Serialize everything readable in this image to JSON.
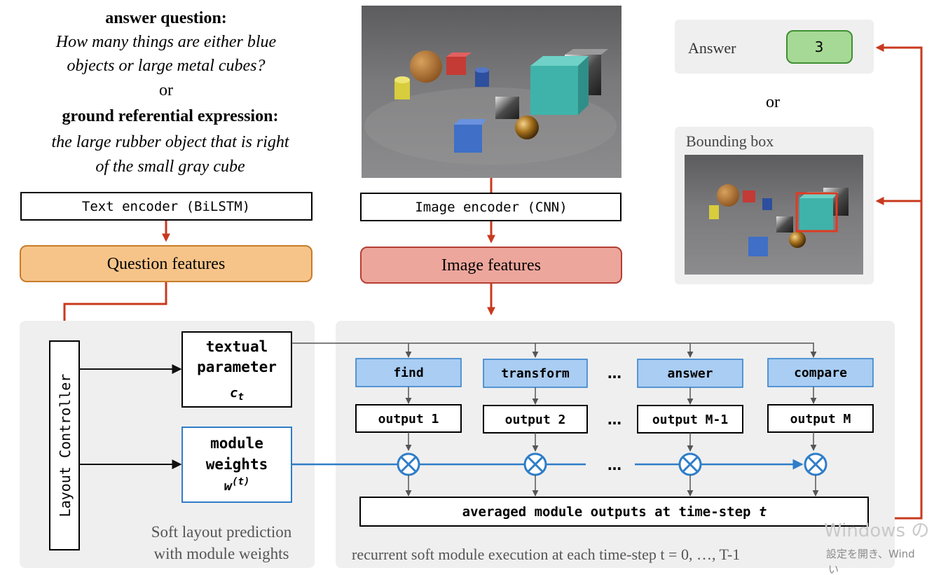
{
  "left_text": {
    "answer_heading": "answer question:",
    "question_line1": "How many things are either blue",
    "question_line2": "objects or large metal cubes?",
    "or": "or",
    "ground_heading": "ground referential expression:",
    "expression_line1": "the large rubber object that is right",
    "expression_line2": "of the small gray cube"
  },
  "encoders": {
    "text": "Text encoder (BiLSTM)",
    "image": "Image encoder (CNN)"
  },
  "features": {
    "question": "Question features",
    "image": "Image features"
  },
  "outputs_panel": {
    "answer_label": "Answer",
    "answer_value": "3",
    "or": "or",
    "bbox_label": "Bounding box"
  },
  "layout_panel": {
    "controller": "Layout Controller",
    "textual_line1": "textual",
    "textual_line2": "parameter",
    "textual_symbol": "c",
    "textual_sub": "t",
    "weights_line1": "module",
    "weights_line2": "weights",
    "weights_symbol": "w",
    "weights_sup": "(t)",
    "caption_line1": "Soft layout prediction",
    "caption_line2": "with module weights"
  },
  "execution_panel": {
    "modules": [
      "find",
      "transform",
      "answer",
      "compare"
    ],
    "module_outputs": [
      "output 1",
      "output 2",
      "output M-1",
      "output M"
    ],
    "ellipsis": "…",
    "averaged_prefix": "averaged module outputs at time-step ",
    "averaged_var": "t",
    "caption": "recurrent soft module execution at each time-step t = 0, …, T-1"
  },
  "watermark": {
    "line1": "Windows の",
    "line2": "設定を開き、Wind",
    "line3": "い"
  },
  "colors": {
    "arrow_red": "#c8391e",
    "panel_gray": "#efefef",
    "module_blue": "#a9cdf3",
    "weights_blue": "#2f7dc8",
    "question_fill": "#f6c489",
    "question_stroke": "#c77d2a",
    "image_fill": "#eda69c",
    "image_stroke": "#b43f33",
    "answer_fill": "#a6d995",
    "answer_stroke": "#3f8f33",
    "bbox_red": "#e03a22"
  }
}
